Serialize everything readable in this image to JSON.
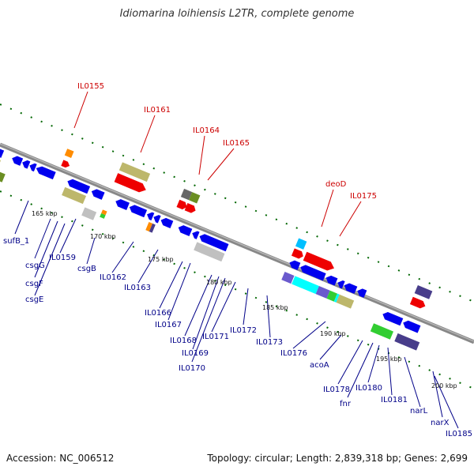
{
  "title": "Idiomarina loihiensis L2TR, complete genome",
  "accession": "Accession: NC_006512",
  "topology": "Topology: circular; Length: 2,839,318 bp; Genes: 2,699",
  "colors": {
    "backbone": "#888888",
    "tick": "#006600",
    "blue_gene": "#0000ee",
    "red_gene": "#ee0000",
    "khaki_gene": "#bdb76b",
    "red_label": "#cc0000",
    "blue_label": "#000088"
  },
  "scale_labels": [
    "165 kbp",
    "170 kbp",
    "175 kbp",
    "180 kbp",
    "185 kbp",
    "190 kbp",
    "195 kbp",
    "200 kbp"
  ],
  "top_labels": [
    "IL0155",
    "IL0161",
    "IL0164",
    "IL0165",
    "deoD",
    "IL0175"
  ],
  "bottom_labels": [
    "sufB_1",
    "csgG",
    "csgF",
    "csgE",
    "IL0159",
    "csgB",
    "IL0162",
    "IL0163",
    "IL0166",
    "IL0167",
    "IL0168",
    "IL0169",
    "IL0170",
    "IL0171",
    "IL0172",
    "IL0173",
    "IL0176",
    "acoA",
    "IL0178",
    "fnr",
    "IL0180",
    "IL0181",
    "narL",
    "narX",
    "IL0185"
  ]
}
